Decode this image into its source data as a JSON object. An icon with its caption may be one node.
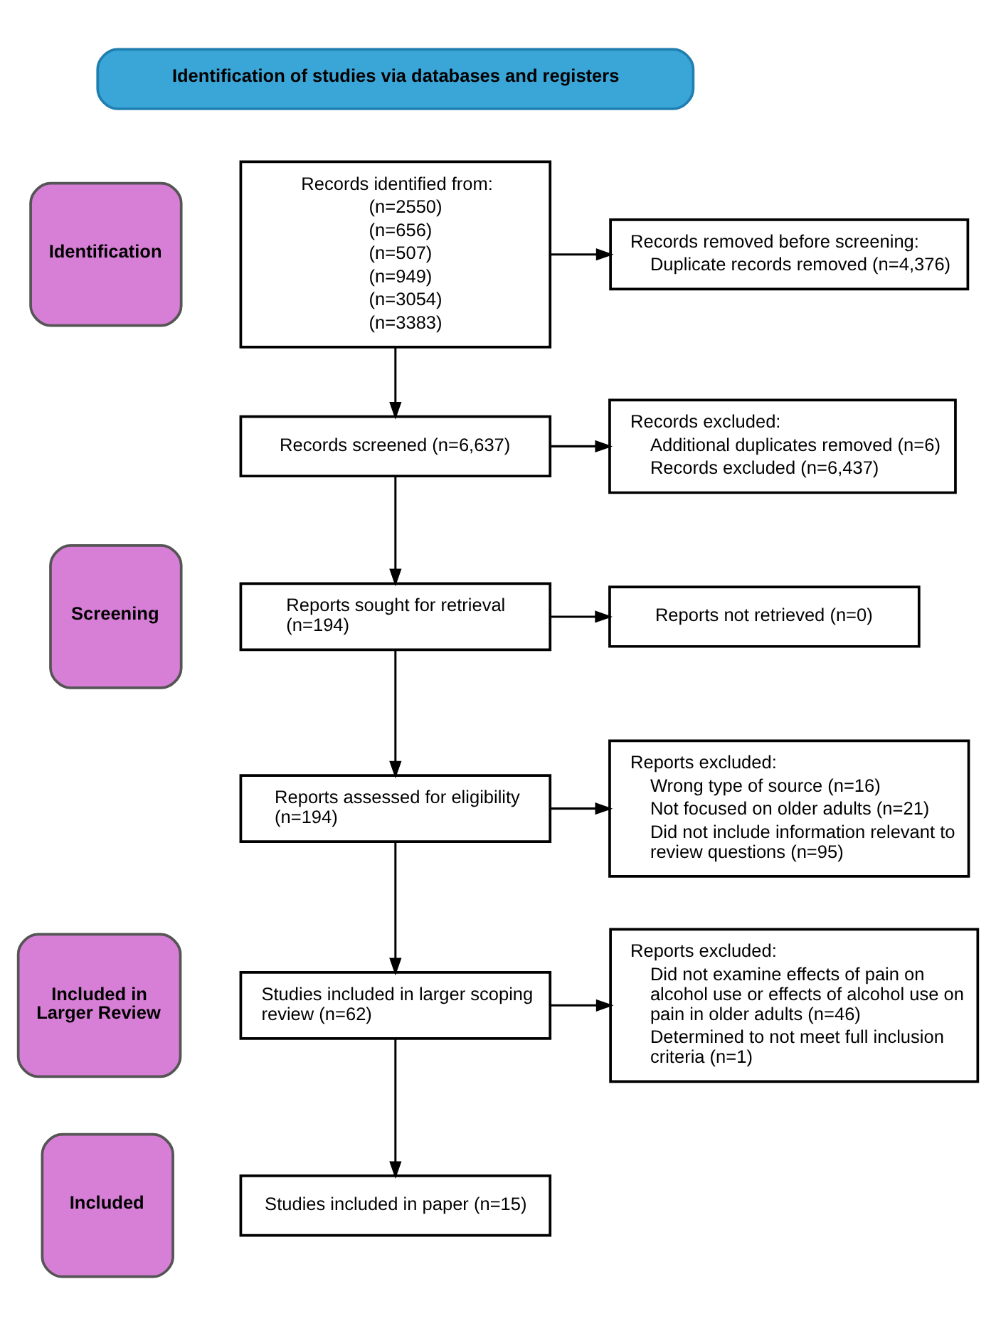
{
  "diagram": {
    "nodes": [
      {
        "text": [
          "Identification of studies via databases and registers"
        ]
      },
      {
        "text": [
          "Identification"
        ]
      },
      {
        "text": [
          "Records identified from:",
          "(n=2550)",
          "(n=656)",
          "(n=507)",
          "(n=949)",
          "(n=3054)",
          "(n=3383)"
        ]
      },
      {
        "text": [
          "Records removed before screening:",
          "Duplicate records removed (n=4,376)"
        ]
      },
      {
        "text": [
          "Screening"
        ]
      },
      {
        "text": [
          "Records screened (n=6,637)"
        ]
      },
      {
        "text": [
          "Records excluded:",
          "Additional duplicates removed (n=6)",
          "Records excluded (n=6,437)"
        ]
      },
      {
        "text": [
          "Reports sought for retrieval (n=194)"
        ]
      },
      {
        "text": [
          "Reports not retrieved (n=0)"
        ]
      },
      {
        "text": [
          "Reports assessed for eligibility (n=194)"
        ]
      },
      {
        "text": [
          "Reports excluded:",
          "Wrong type of source (n=16)",
          "Not focused on older adults (n=21)",
          "Did not include information relevant to review questions (n=95)"
        ]
      },
      {
        "text": [
          "Included in Larger Review"
        ]
      },
      {
        "text": [
          "Studies included in larger scoping review (n=62)"
        ]
      },
      {
        "text": [
          "Reports excluded:",
          "Did not examine effects of pain on alcohol use or effects of alcohol use on pain in older adults (n=46)",
          "Determined to not meet full inclusion criteria (n=1)"
        ]
      },
      {
        "text": [
          "Included"
        ]
      },
      {
        "text": [
          "Studies included in paper (n=15)"
        ]
      }
    ],
    "edges": [
      {
        "from": 2,
        "to": 3,
        "arrow": "to"
      },
      {
        "from": 2,
        "to": 5,
        "arrow": "to"
      },
      {
        "from": 5,
        "to": 6,
        "arrow": "to"
      },
      {
        "from": 5,
        "to": 7,
        "arrow": "to"
      },
      {
        "from": 7,
        "to": 8,
        "arrow": "to"
      },
      {
        "from": 7,
        "to": 9,
        "arrow": "to"
      },
      {
        "from": 9,
        "to": 10,
        "arrow": "to"
      },
      {
        "from": 9,
        "to": 12,
        "arrow": "to"
      },
      {
        "from": 12,
        "to": 13,
        "arrow": "to"
      },
      {
        "from": 12,
        "to": 15,
        "arrow": "to"
      }
    ]
  }
}
